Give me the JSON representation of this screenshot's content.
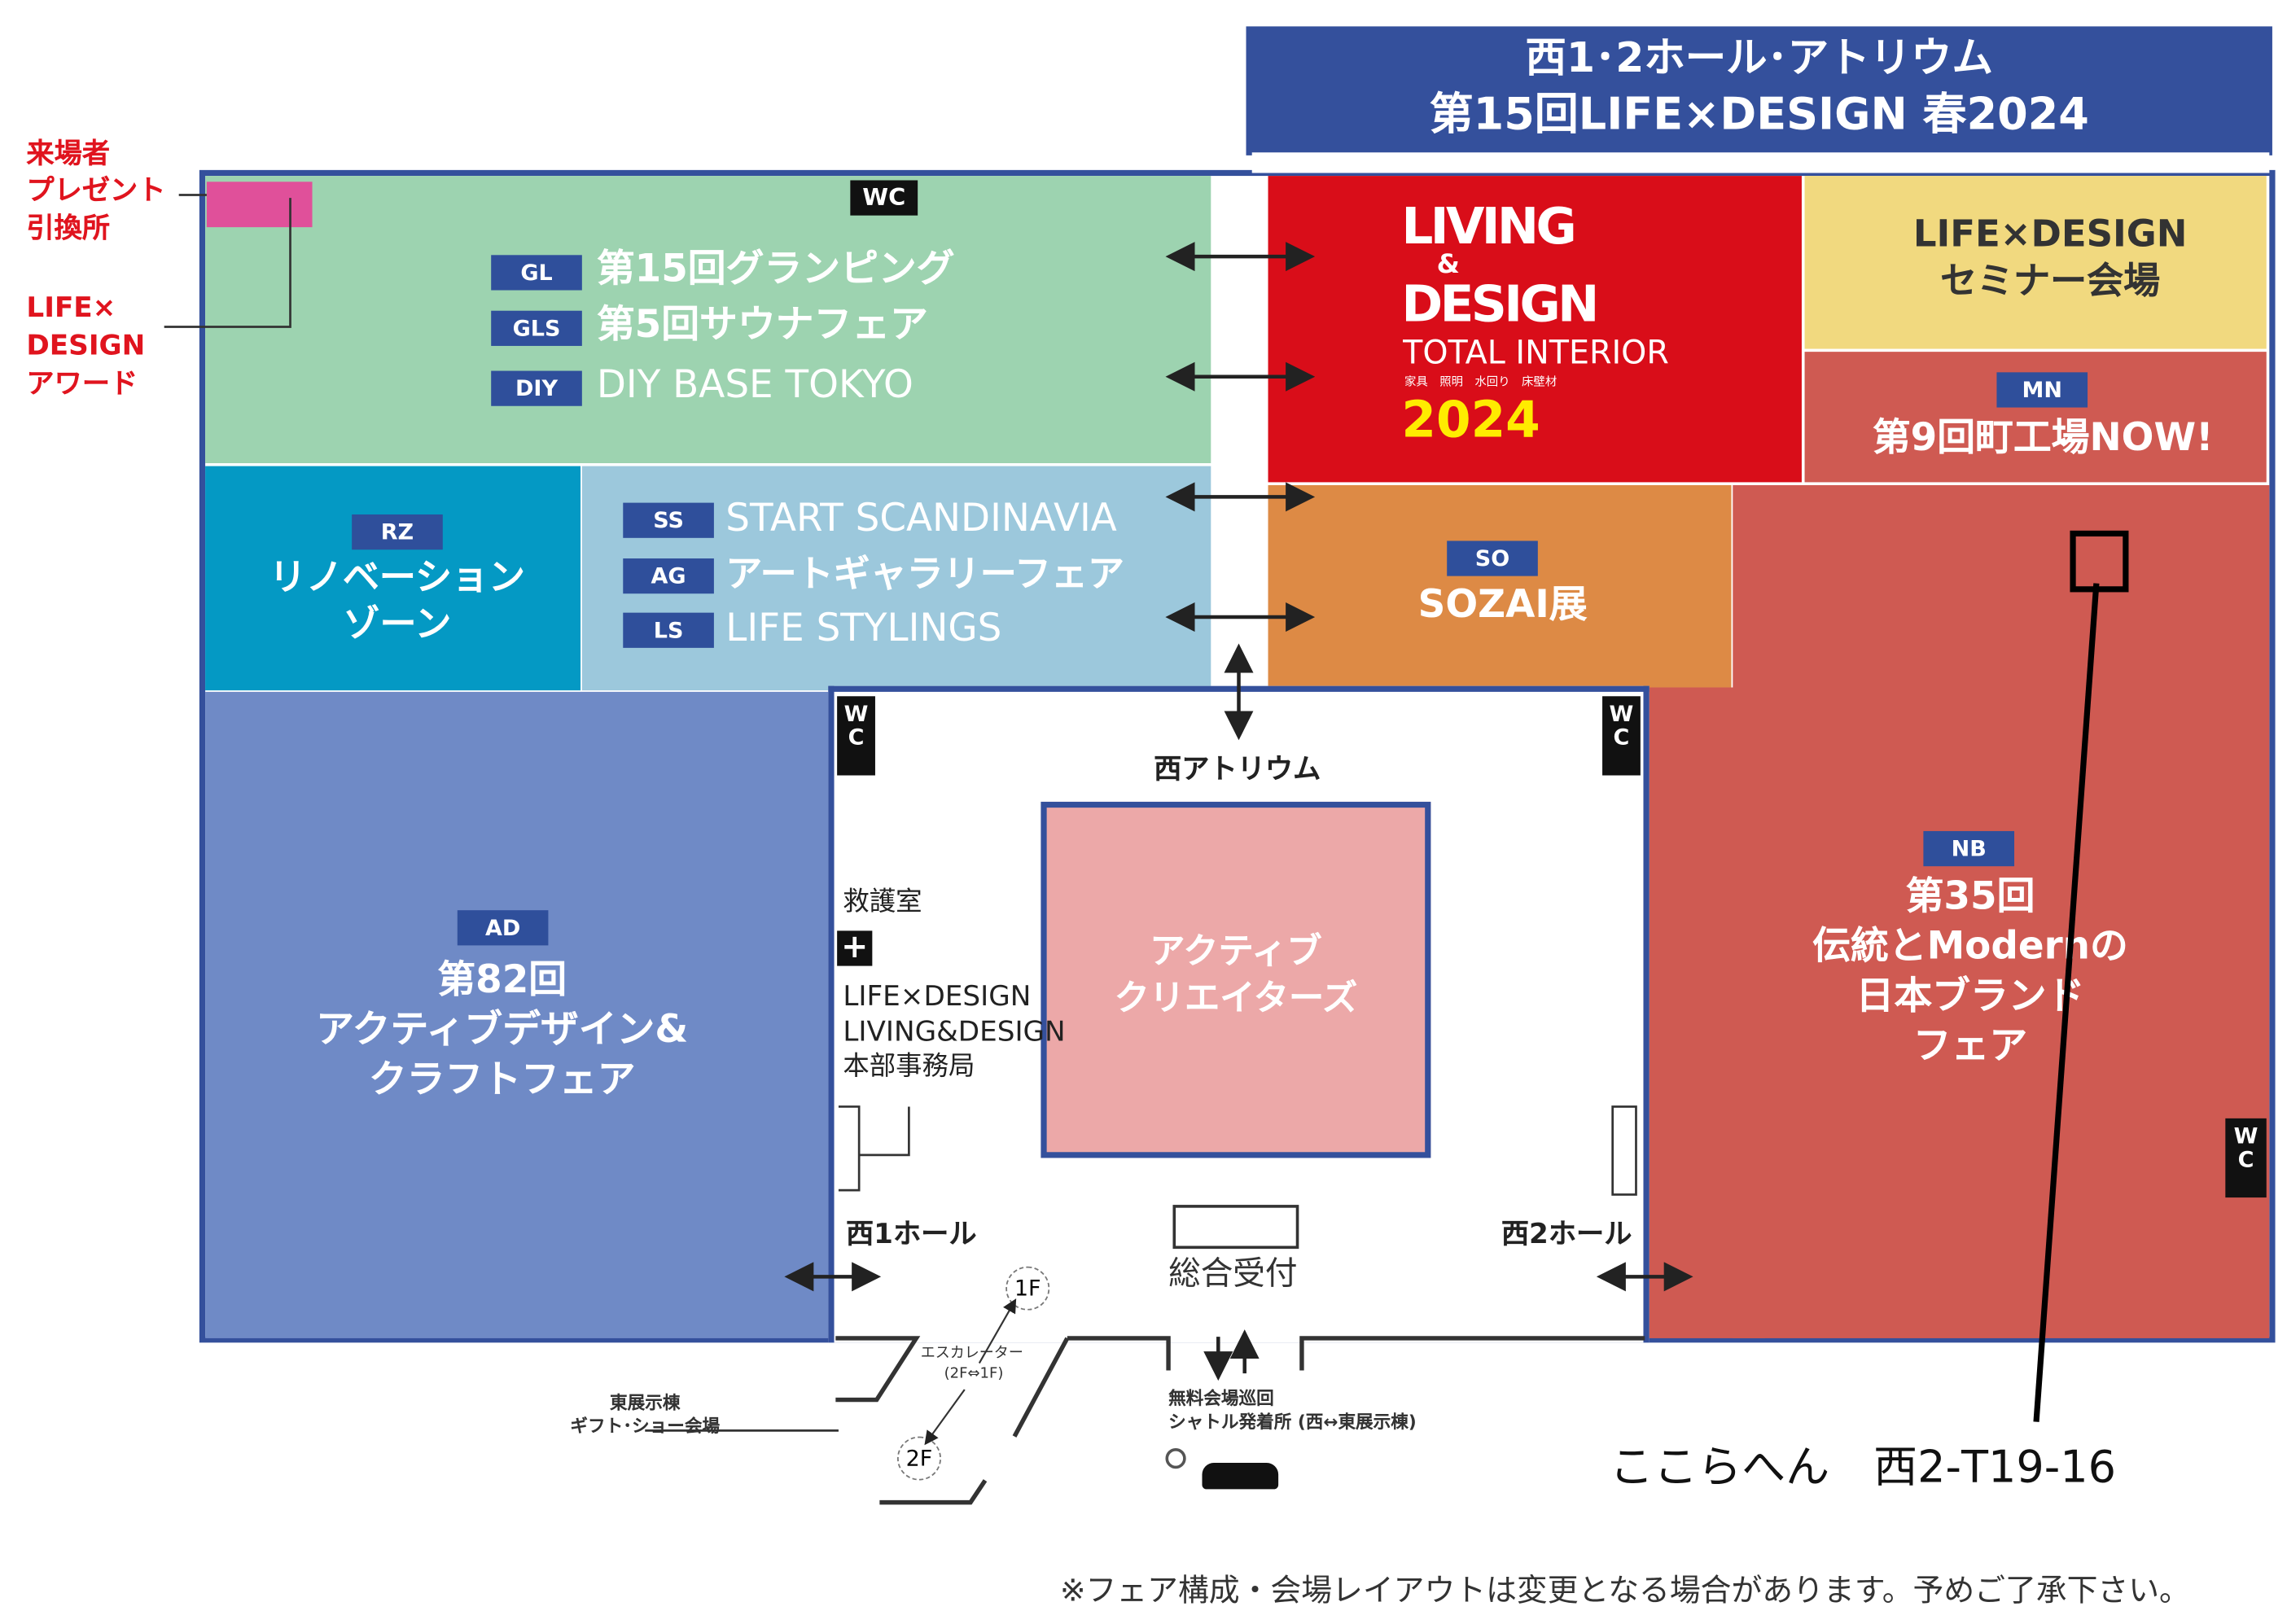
{
  "header": {
    "line1": "西1･2ホール･アトリウム",
    "line2": "第15回LIFE×DESIGN 春2024"
  },
  "side_labels": {
    "present": [
      "来場者",
      "プレゼント",
      "引換所"
    ],
    "award": [
      "LIFE×",
      "DESIGN",
      "アワード"
    ]
  },
  "wc_label": "WC",
  "wc_vertical": "W C",
  "zones": {
    "green": [
      {
        "code": "GL",
        "name": "第15回グランピング"
      },
      {
        "code": "GLS",
        "name": "第5回サウナフェア"
      },
      {
        "code": "DIY",
        "name": "DIY BASE TOKYO"
      }
    ],
    "rz": {
      "code": "RZ",
      "name1": "リノベーション",
      "name2": "ゾーン"
    },
    "lightblue": [
      {
        "code": "SS",
        "name": "START SCANDINAVIA"
      },
      {
        "code": "AG",
        "name": "アートギャラリーフェア"
      },
      {
        "code": "LS",
        "name": "LIFE STYLINGS"
      }
    ],
    "living": {
      "l1": "LIVING",
      "l2": "&",
      "l3": "DESIGN",
      "l4": "TOTAL INTERIOR",
      "l5": "家具　照明　水回り　床壁材",
      "year": "2024"
    },
    "seminar": {
      "l1": "LIFE×DESIGN",
      "l2": "セミナー会場"
    },
    "mn": {
      "code": "MN",
      "name": "第9回町工場NOW!"
    },
    "so": {
      "code": "SO",
      "name": "SOZAI展"
    },
    "nb": {
      "code": "NB",
      "l1": "第35回",
      "l2": "伝統とModernの",
      "l3": "日本ブランド",
      "l4": "フェア"
    },
    "ad": {
      "code": "AD",
      "l1": "第82回",
      "l2": "アクティブデザイン&",
      "l3": "クラフトフェア"
    },
    "active": {
      "l1": "アクティブ",
      "l2": "クリエイターズ"
    }
  },
  "atrium": {
    "title": "西アトリウム",
    "first_aid": "救護室",
    "office": [
      "LIFE×DESIGN",
      "LIVING&DESIGN",
      "本部事務局"
    ],
    "hall1": "西1ホール",
    "hall2": "西2ホール",
    "reception": "総合受付"
  },
  "bottom": {
    "escalator": [
      "エスカレーター",
      "(2F⇔1F)"
    ],
    "f1": "1F",
    "f2": "2F",
    "east": [
      "東展示棟",
      "ギフト･ショー会場"
    ],
    "shuttle": [
      "無料会場巡回",
      "シャトル発着所 (西↔東展示棟)"
    ]
  },
  "annotation": "ここらへん　西2-T19-16",
  "footnote": "※フェア構成・会場レイアウトは変更となる場合があります。予めご了承下さい。"
}
